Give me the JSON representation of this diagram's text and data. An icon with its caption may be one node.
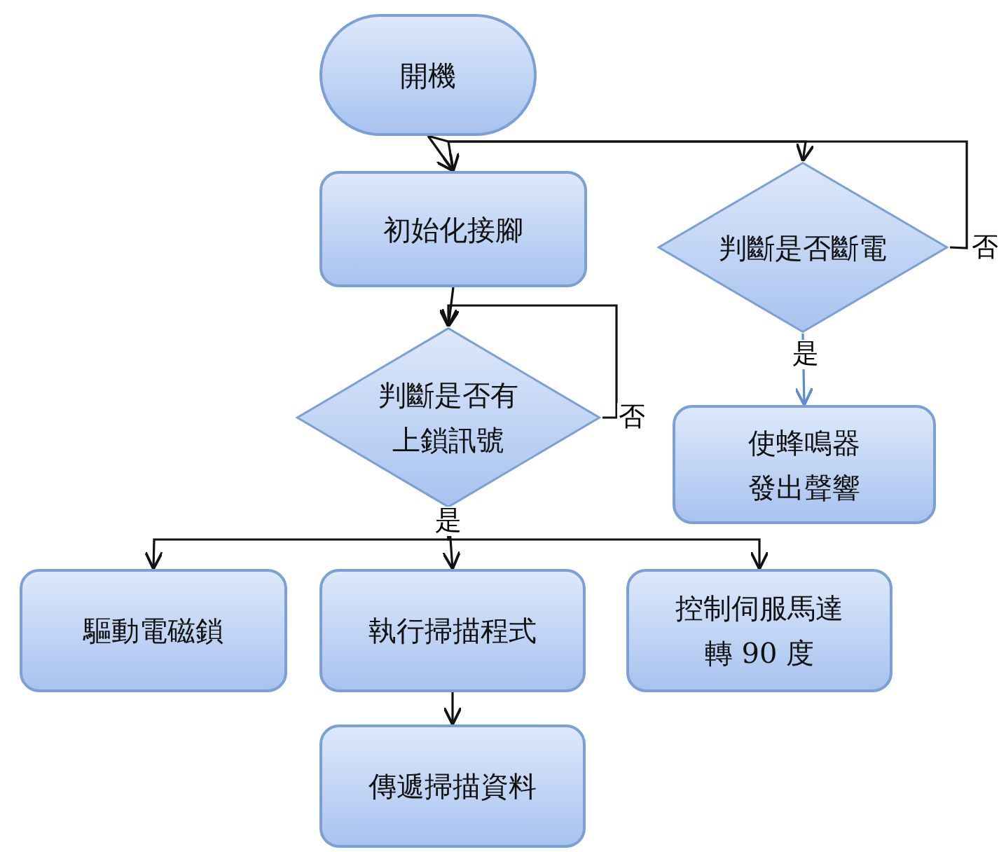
{
  "diagram": {
    "nodes": [
      {
        "text": [
          "開機"
        ]
      },
      {
        "text": [
          "初始化接腳"
        ]
      },
      {
        "text": [
          "判斷是否有上鎖訊號"
        ]
      },
      {
        "text": [
          "判斷是否斷電"
        ]
      },
      {
        "text": [
          "使蜂鳴器發出聲響"
        ]
      },
      {
        "text": [
          "驅動電磁鎖"
        ]
      },
      {
        "text": [
          "執行掃描程式"
        ]
      },
      {
        "text": [
          "控制伺服馬達轉 90 度"
        ]
      },
      {
        "text": [
          "傳遞掃描資料"
        ]
      }
    ],
    "edges": [
      {
        "from": 0,
        "to": 1,
        "arrow": "to"
      },
      {
        "from": 0,
        "to": 3,
        "arrow": "to"
      },
      {
        "from": 3,
        "to": 1,
        "arrow": "to",
        "label": "否"
      },
      {
        "from": 1,
        "to": 2,
        "arrow": "to"
      },
      {
        "from": 2,
        "to": 2,
        "arrow": "to",
        "label": "否"
      },
      {
        "from": 2,
        "to": 5,
        "arrow": "to"
      },
      {
        "from": 2,
        "to": 6,
        "arrow": "to",
        "label": "是"
      },
      {
        "from": 2,
        "to": 7,
        "arrow": "to"
      },
      {
        "from": 3,
        "to": 4,
        "arrow": "to",
        "label": "是",
        "color": "#5b8bd0"
      },
      {
        "from": 6,
        "to": 8,
        "arrow": "to"
      }
    ]
  }
}
